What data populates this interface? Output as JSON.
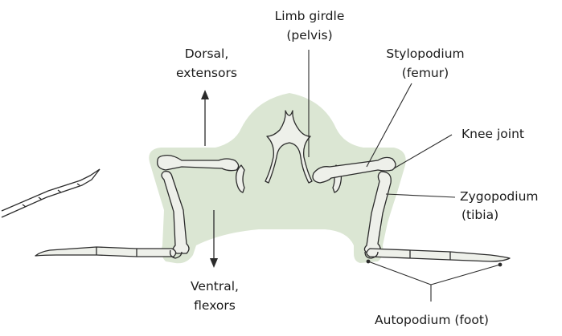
{
  "labels": {
    "limb_girdle": "Limb girdle",
    "limb_girdle_sub": "(pelvis)",
    "dorsal": "Dorsal,",
    "dorsal_sub": "extensors",
    "stylopodium": "Stylopodium",
    "stylopodium_sub": "(femur)",
    "knee_joint": "Knee joint",
    "zygopodium": "Zygopodium",
    "zygopodium_sub": "(tibia)",
    "ventral": "Ventral,",
    "ventral_sub": "flexors",
    "autopodium": "Autopodium (foot)"
  },
  "colors": {
    "body_fill": "#dbe6d3",
    "bone_fill": "#eef0ea",
    "stroke": "#2b2b2b"
  }
}
